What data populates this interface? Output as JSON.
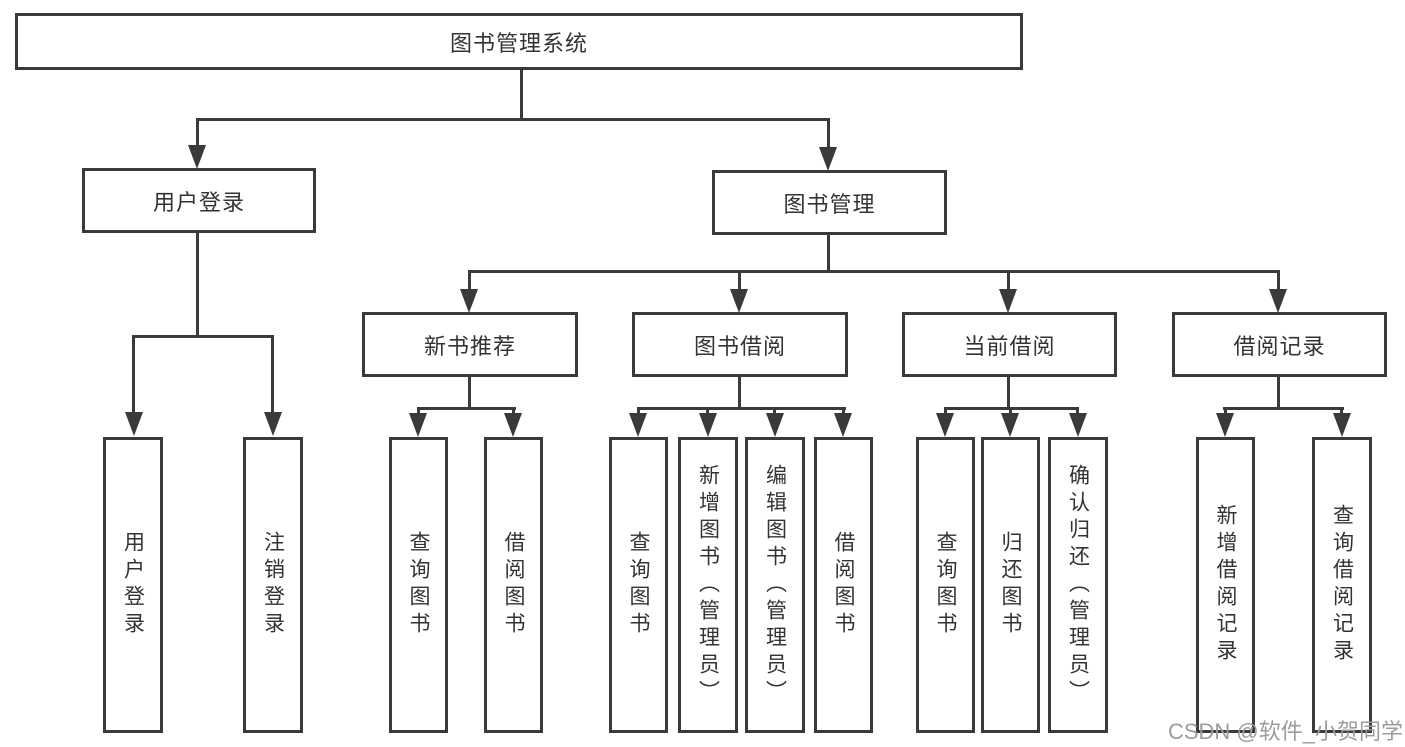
{
  "diagram": {
    "root": {
      "label": "图书管理系统"
    },
    "level2": {
      "user_login": {
        "label": "用户登录"
      },
      "book_management": {
        "label": "图书管理"
      }
    },
    "level3": {
      "new_book_recommend": {
        "label": "新书推荐"
      },
      "book_borrowing": {
        "label": "图书借阅"
      },
      "current_borrowing": {
        "label": "当前借阅"
      },
      "borrowing_records": {
        "label": "借阅记录"
      }
    },
    "leaves": {
      "login": [
        "用户登录",
        "注销登录"
      ],
      "recommend": [
        "查询图书",
        "借阅图书"
      ],
      "borrow": [
        "查询图书",
        "新增图书（管理员）",
        "编辑图书（管理员）",
        "借阅图书"
      ],
      "current": [
        "查询图书",
        "归还图书",
        "确认归还（管理员）"
      ],
      "records": [
        "新增借阅记录",
        "查询借阅记录"
      ]
    }
  },
  "watermark": "CSDN @软件_小贺同学",
  "colors": {
    "line": "#3a3a3a",
    "text": "#333333",
    "background": "#ffffff",
    "watermark": "#9c9c9c"
  }
}
